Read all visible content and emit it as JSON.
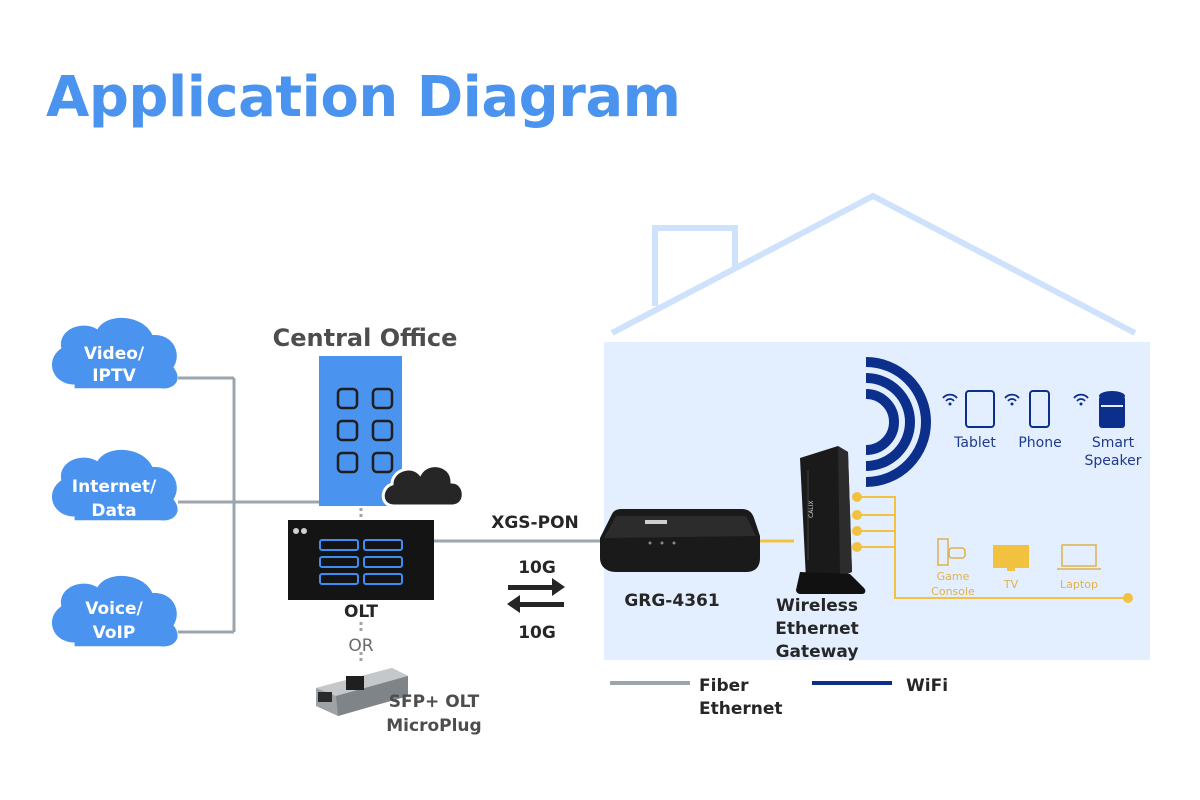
{
  "title": "Application Diagram",
  "services": [
    {
      "line1": "Video/",
      "line2": "IPTV"
    },
    {
      "line1": "Internet/",
      "line2": "Data"
    },
    {
      "line1": "Voice/",
      "line2": "VoIP"
    }
  ],
  "central_office": {
    "label": "Central Office"
  },
  "olt": {
    "label": "OLT",
    "or_label": "OR",
    "plug_line1": "SFP+ OLT",
    "plug_line2": "MicroPlug"
  },
  "link": {
    "pon_label": "XGS-PON",
    "down_speed": "10G",
    "up_speed": "10G"
  },
  "ont": {
    "label": "GRG-4361"
  },
  "gateway": {
    "line1": "Wireless",
    "line2": "Ethernet",
    "line3": "Gateway"
  },
  "wifi_devices": [
    {
      "line1": "Tablet",
      "line2": ""
    },
    {
      "line1": "Phone",
      "line2": ""
    },
    {
      "line1": "Smart",
      "line2": "Speaker"
    }
  ],
  "wired_devices": [
    {
      "line1": "Game",
      "line2": "Console"
    },
    {
      "line1": "TV",
      "line2": ""
    },
    {
      "line1": "Laptop",
      "line2": ""
    }
  ],
  "legend": [
    {
      "label_line1": "Fiber",
      "label_line2": "Ethernet",
      "color": "#9aa5ad"
    },
    {
      "label_line1": "WiFi",
      "label_line2": "",
      "color": "#0d2f8c"
    }
  ],
  "colors": {
    "accent_blue": "#4a93ef",
    "cloud_blue": "#4a93ef",
    "house_fill": "#e3efff",
    "house_outline": "#cfe2fb",
    "wifi_navy": "#0d2f8c",
    "ethernet_yellow": "#f2c140",
    "fiber_gray": "#9aa5ad"
  }
}
